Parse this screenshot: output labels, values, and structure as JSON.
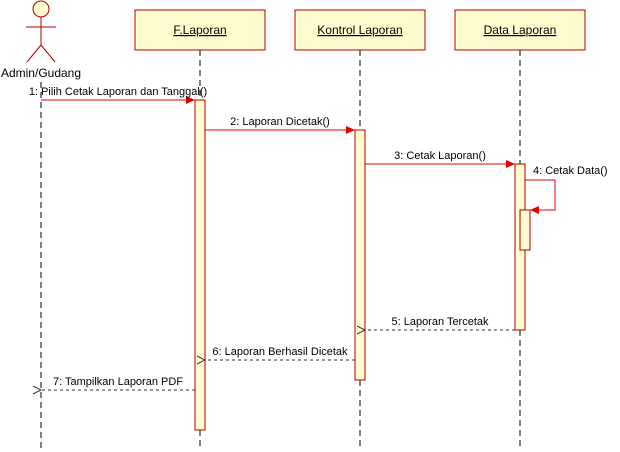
{
  "actor": {
    "label": "Admin/Gudang"
  },
  "participants": [
    {
      "id": "f_laporan",
      "label": "F.Laporan"
    },
    {
      "id": "kontrol_laporan",
      "label": "Kontrol Laporan"
    },
    {
      "id": "data_laporan",
      "label": "Data Laporan"
    }
  ],
  "messages": [
    {
      "label": "1: Pilih Cetak Laporan dan Tanggal()",
      "type": "sync"
    },
    {
      "label": "2: Laporan Dicetak()",
      "type": "sync"
    },
    {
      "label": "3: Cetak Laporan()",
      "type": "sync"
    },
    {
      "label": "4: Cetak Data()",
      "type": "self"
    },
    {
      "label": "5: Laporan Tercetak",
      "type": "return"
    },
    {
      "label": "6: Laporan Berhasil Dicetak",
      "type": "return"
    },
    {
      "label": "7: Tampilkan Laporan PDF",
      "type": "return"
    }
  ],
  "colors": {
    "box_fill": "#fffdd0",
    "box_stroke": "#b20000",
    "message_line": "#e00000",
    "return_line": "#333333",
    "actor_stroke": "#b20000",
    "lifeline": "#000000"
  }
}
